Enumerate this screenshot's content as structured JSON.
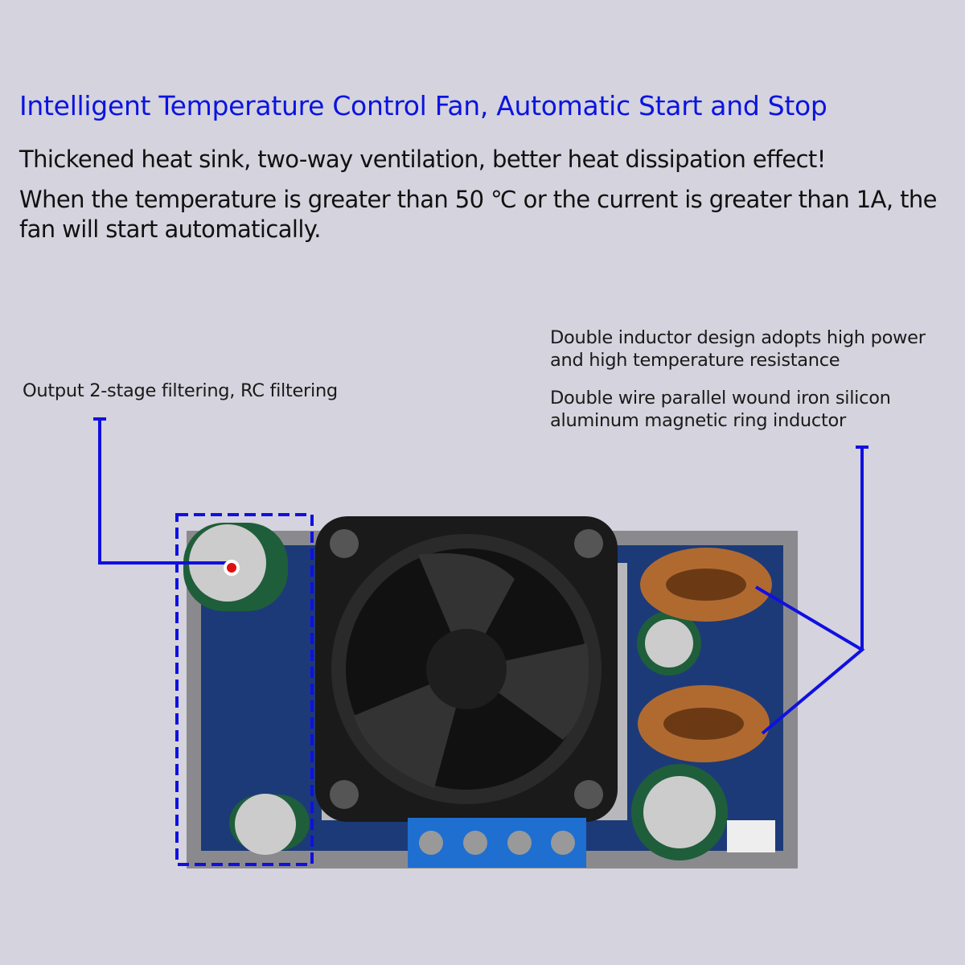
{
  "title": "Intelligent Temperature Control Fan, Automatic Start and Stop",
  "description": {
    "line1": "Thickened heat sink, two-way ventilation, better heat dissipation effect!",
    "line2": "When the temperature is greater than 50 ℃ or the current is greater than 1A, the fan will start automatically."
  },
  "annotations": {
    "filtering": "Output 2-stage filtering, RC filtering",
    "inductor_design": "Double inductor design adopts high power and high temperature resistance",
    "inductor_wound": "Double wire parallel wound iron silicon aluminum magnetic ring inductor"
  },
  "colors": {
    "background": "#d5d3dd",
    "title": "#0a14e0",
    "callout": "#1010e0"
  }
}
